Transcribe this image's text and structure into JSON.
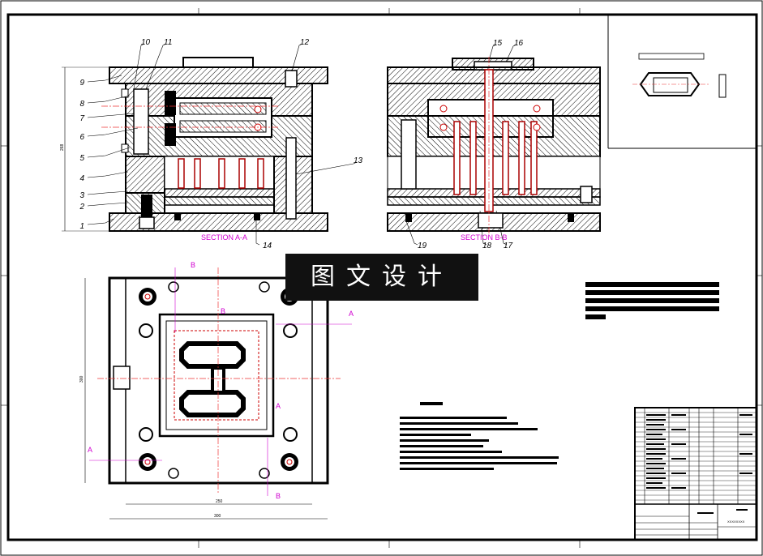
{
  "watermark": "图文设计",
  "section_labels": {
    "aa": "SECTION A-A",
    "bb": "SECTION B-B"
  },
  "part_numbers": [
    "1",
    "2",
    "3",
    "4",
    "5",
    "6",
    "7",
    "8",
    "9",
    "10",
    "11",
    "12",
    "13",
    "14",
    "15",
    "16",
    "17",
    "18",
    "19"
  ],
  "plan_markers": {
    "a": "A",
    "b": "B"
  },
  "dimensions": {
    "plan_width_inner": "250",
    "plan_width_outer": "300",
    "plan_height": "300",
    "section_height": "268"
  },
  "title_block": {
    "drawing_code": "XXXXXXXX"
  }
}
